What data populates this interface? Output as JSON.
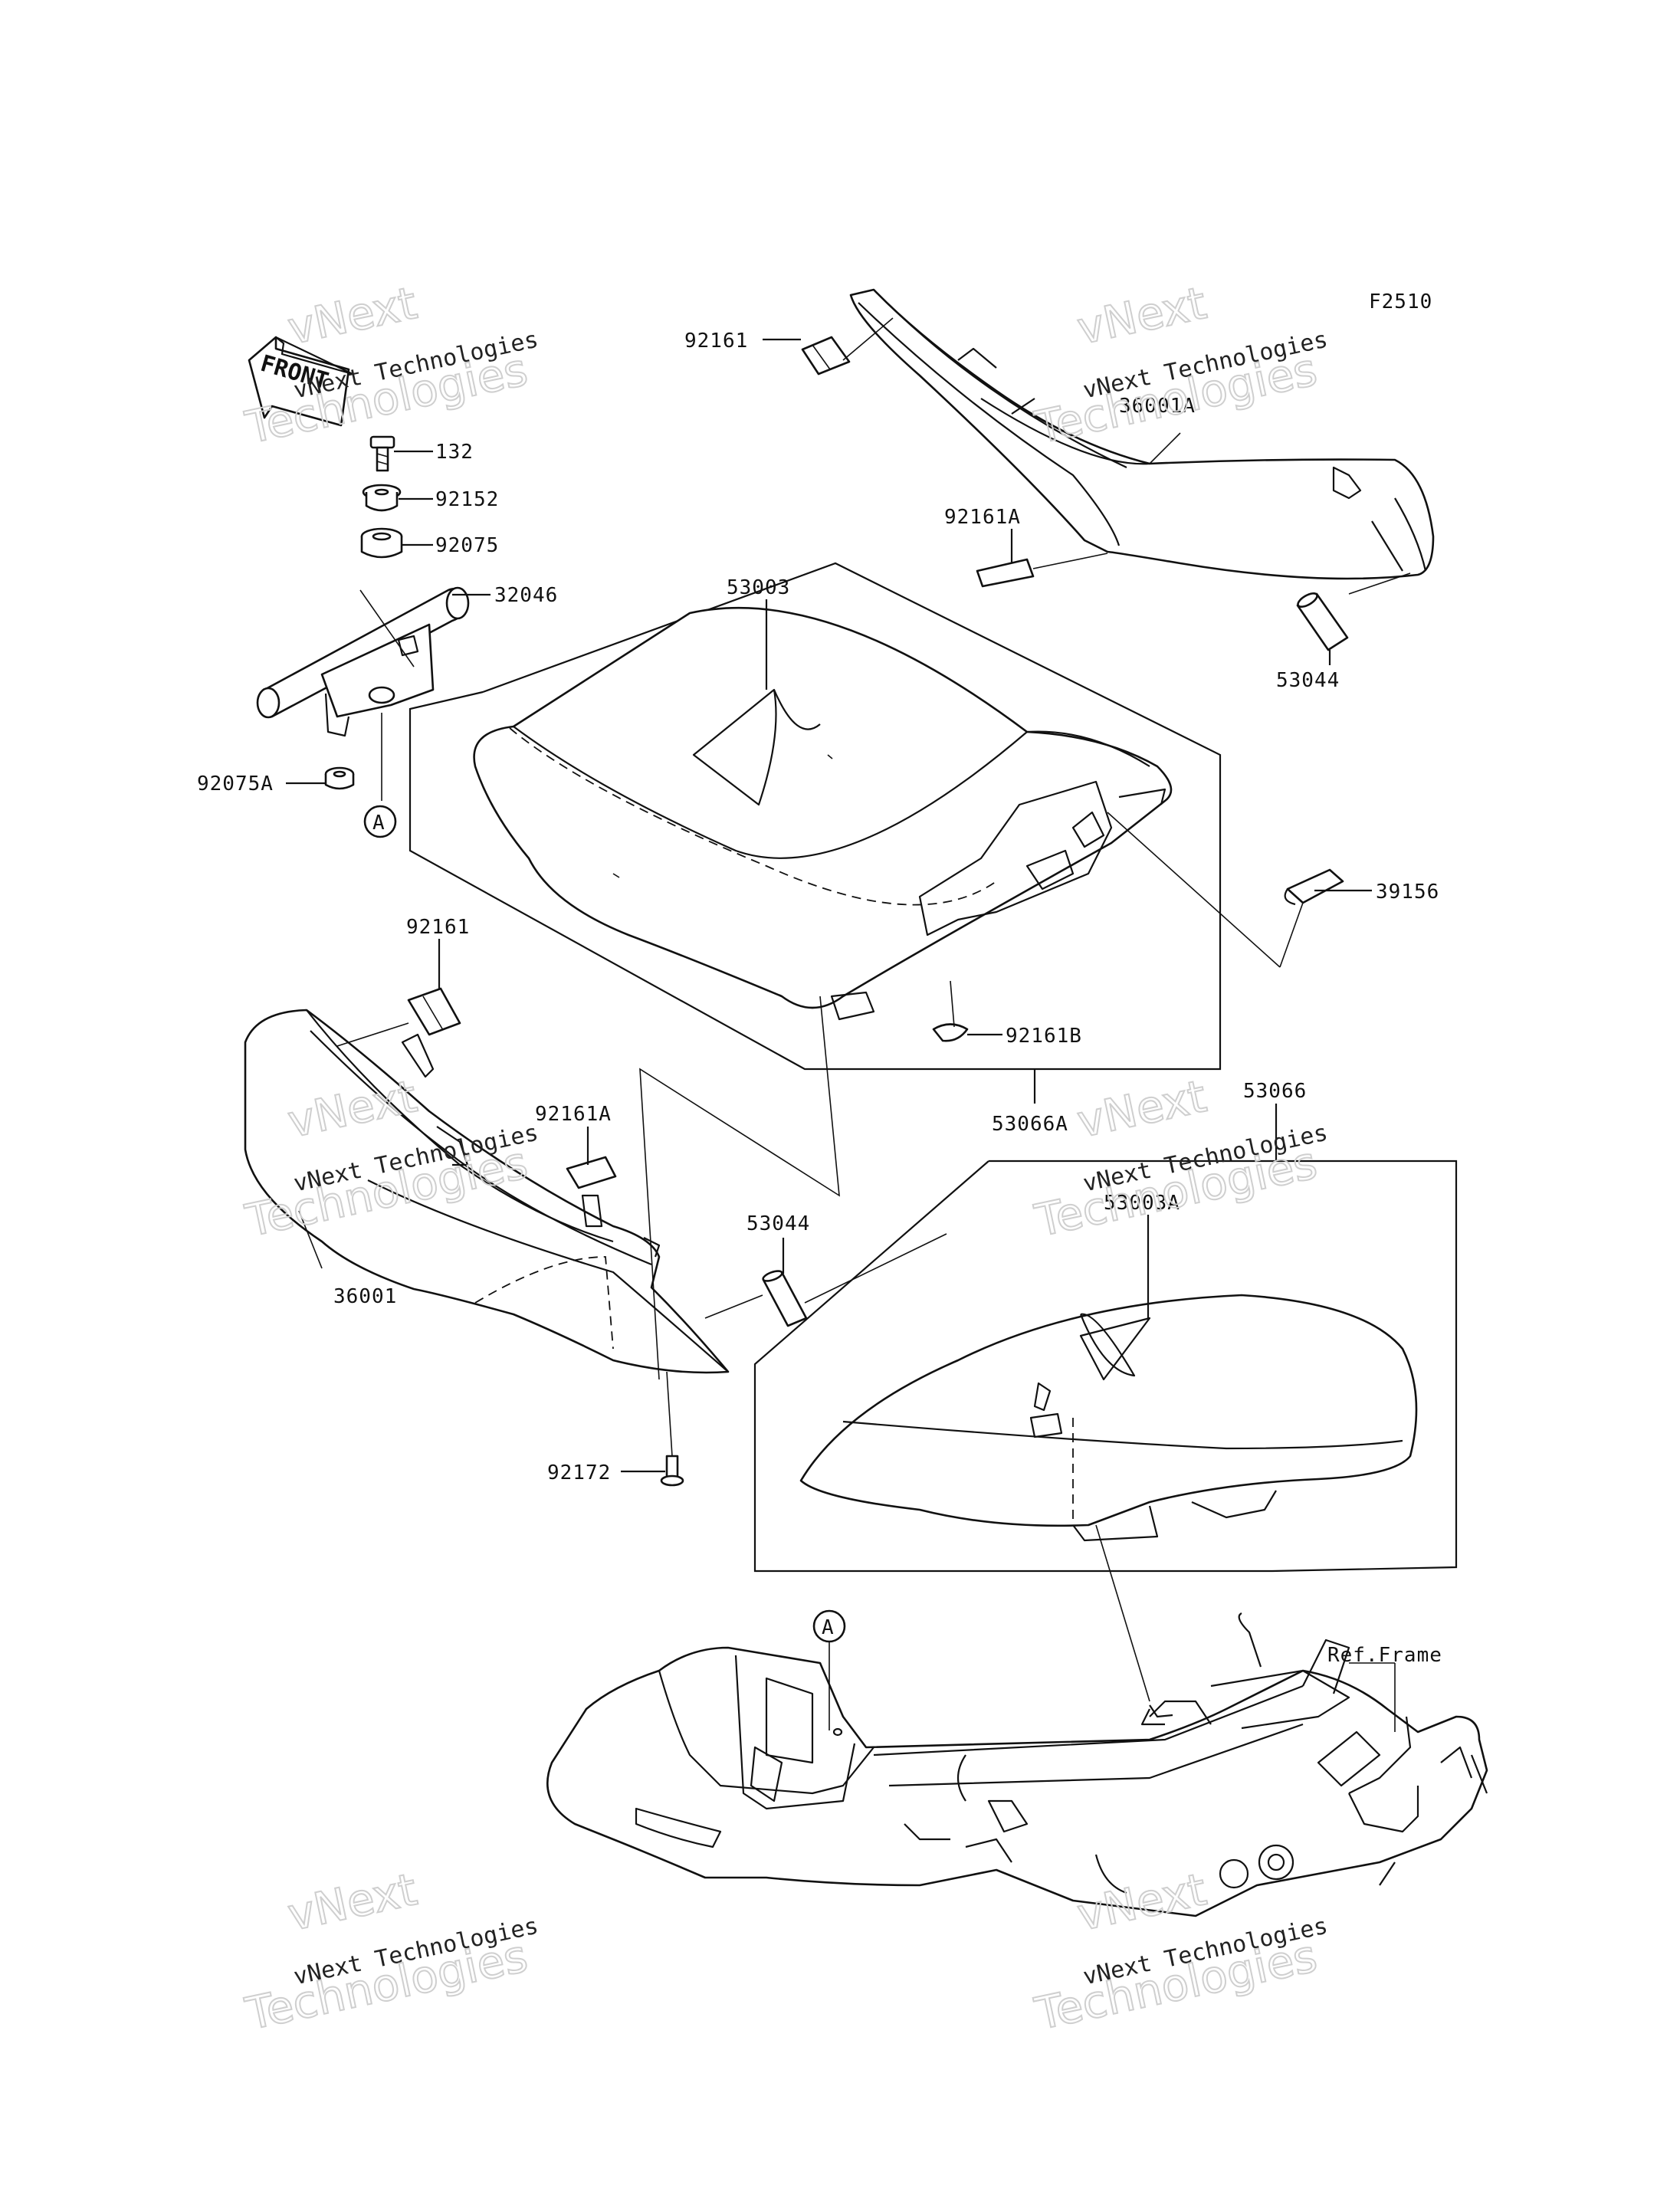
{
  "diagram_id": "F2510",
  "front_arrow": "FRONT",
  "ref_frame": "Ref.Frame",
  "ref_marker": "A",
  "watermark": {
    "line1": "vNext",
    "line2": "vNext Technologies",
    "line3": "Technologies"
  },
  "parts": {
    "p132": "132",
    "p92152": "92152",
    "p92075": "92075",
    "p32046": "32046",
    "p92075A": "92075A",
    "p53003": "53003",
    "p92161_top": "92161",
    "p36001A": "36001A",
    "p92161A_top": "92161A",
    "p53044_top": "53044",
    "p39156": "39156",
    "p92161B": "92161B",
    "p53066A": "53066A",
    "p53066": "53066",
    "p53003A": "53003A",
    "p92161_left": "92161",
    "p92161A_left": "92161A",
    "p53044_mid": "53044",
    "p36001": "36001",
    "p92172": "92172"
  }
}
